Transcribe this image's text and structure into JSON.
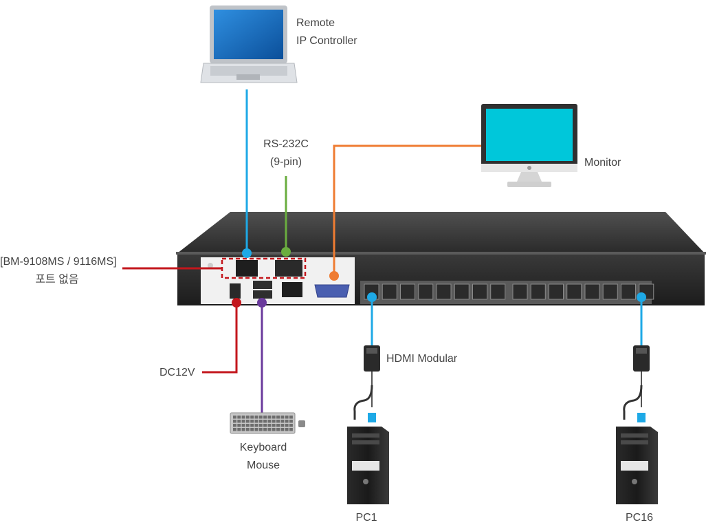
{
  "labels": {
    "remote_line1": "Remote",
    "remote_line2": "IP Controller",
    "rs232_line1": "RS-232C",
    "rs232_line2": "(9-pin)",
    "monitor": "Monitor",
    "model_line1": "[BM-9108MS / 9116MS]",
    "model_line2": "포트 없음",
    "dc12v": "DC12V",
    "hdmi_modular": "HDMI Modular",
    "keyboard_line1": "Keyboard",
    "keyboard_line2": "Mouse",
    "pc1": "PC1",
    "pc16": "PC16"
  },
  "colors": {
    "network_cable": "#1ea9e6",
    "serial_cable": "#6aad3f",
    "vga_cable": "#ef7c32",
    "power_cable": "#c3161c",
    "usb_cable": "#6a3a9c",
    "device_body": "#2e2e2e",
    "monitor_screen": "#00c7da",
    "laptop_screen": "#1470c0"
  },
  "icons": [
    "laptop-icon",
    "monitor-icon",
    "kvm-switch-icon",
    "hdmi-module-icon",
    "keyboard-icon",
    "pc-tower-icon"
  ]
}
